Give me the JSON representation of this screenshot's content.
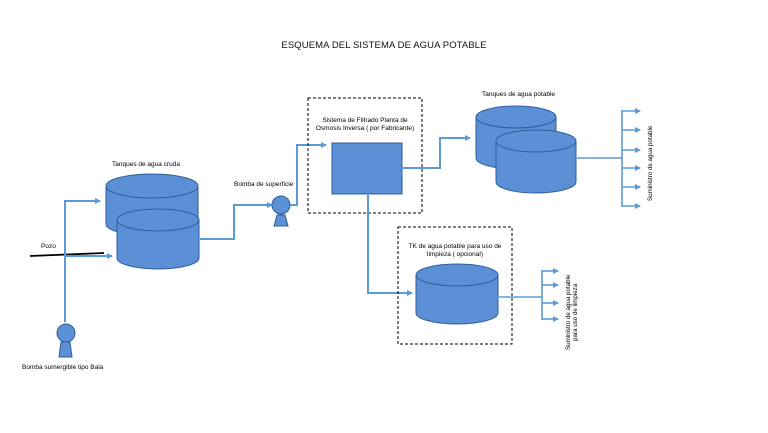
{
  "title": "ESQUEMA DEL SISTEMA DE AGUA POTABLE",
  "labels": {
    "raw_tanks": "Tanques de agua cruda",
    "well": "Pozo",
    "submersible_pump": "Bomba sumergible tipo Bala",
    "surface_pump": "Bomba de superficie",
    "filter_line1": "Sistema de Filtrado Planta de",
    "filter_line2": "Osmosis Inversa ( por Fabricante)",
    "potable_tanks": "Tanques de agua potable",
    "supply_potable": "Suministro de agua potable",
    "cleaning_tk_line1": "TK de agua potable para uso de",
    "cleaning_tk_line2": "limpieza ( opcional)",
    "supply_cleaning_line1": "Suministro de agua potable",
    "supply_cleaning_line2": "para uso de limpieza"
  },
  "colors": {
    "equipment_fill": "#5b8fd6",
    "equipment_stroke": "#2f5f9a",
    "pipe": "#5b9bd5",
    "ground_line": "#000000",
    "dashed_box": "#000000"
  }
}
